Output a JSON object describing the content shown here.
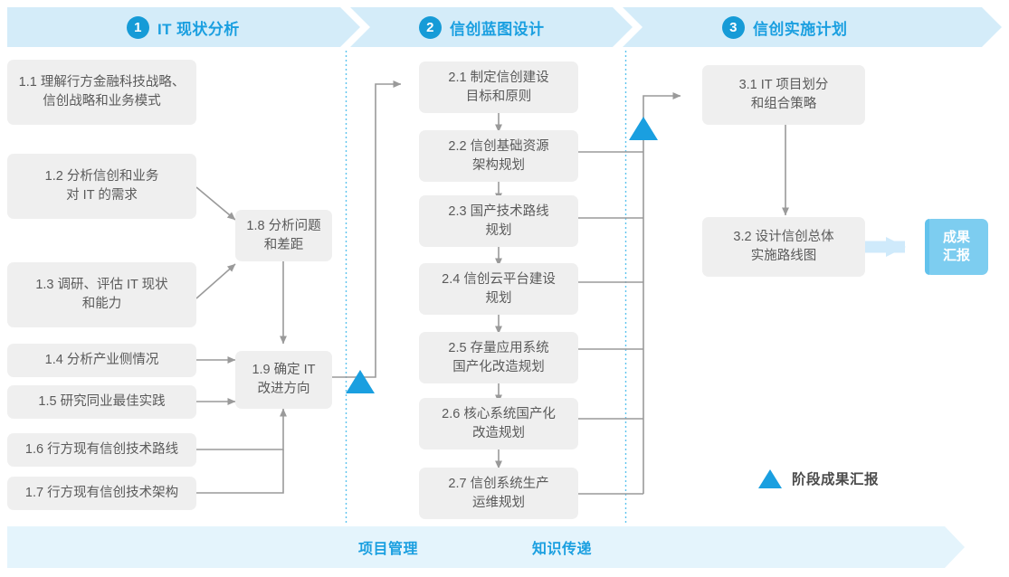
{
  "header": {
    "phases": [
      {
        "num": "1",
        "title": "IT 现状分析"
      },
      {
        "num": "2",
        "title": "信创蓝图设计"
      },
      {
        "num": "3",
        "title": "信创实施计划"
      }
    ]
  },
  "phase1": {
    "boxes": [
      {
        "id": "1.1",
        "text": "1.1 理解行方金融科技战略、\n信创战略和业务模式"
      },
      {
        "id": "1.2",
        "text": "1.2 分析信创和业务\n对 IT 的需求"
      },
      {
        "id": "1.3",
        "text": "1.3 调研、评估 IT 现状\n和能力"
      },
      {
        "id": "1.4",
        "text": "1.4 分析产业侧情况"
      },
      {
        "id": "1.5",
        "text": "1.5 研究同业最佳实践"
      },
      {
        "id": "1.6",
        "text": "1.6 行方现有信创技术路线"
      },
      {
        "id": "1.7",
        "text": "1.7 行方现有信创技术架构"
      },
      {
        "id": "1.8",
        "text": "1.8 分析问题\n和差距"
      },
      {
        "id": "1.9",
        "text": "1.9 确定 IT\n改进方向"
      }
    ]
  },
  "phase2": {
    "boxes": [
      {
        "id": "2.1",
        "text": "2.1 制定信创建设\n目标和原则"
      },
      {
        "id": "2.2",
        "text": "2.2 信创基础资源\n架构规划"
      },
      {
        "id": "2.3",
        "text": "2.3 国产技术路线\n规划"
      },
      {
        "id": "2.4",
        "text": "2.4 信创云平台建设\n规划"
      },
      {
        "id": "2.5",
        "text": "2.5 存量应用系统\n国产化改造规划"
      },
      {
        "id": "2.6",
        "text": "2.6 核心系统国产化\n改造规划"
      },
      {
        "id": "2.7",
        "text": "2.7 信创系统生产\n运维规划"
      }
    ]
  },
  "phase3": {
    "boxes": [
      {
        "id": "3.1",
        "text": "3.1 IT 项目划分\n和组合策略"
      },
      {
        "id": "3.2",
        "text": "3.2 设计信创总体\n实施路线图"
      }
    ],
    "result": "成果\n汇报"
  },
  "legend": {
    "label": "阶段成果汇报"
  },
  "footer": {
    "items": [
      "项目管理",
      "知识传递"
    ]
  },
  "colors": {
    "accent": "#1a9fe0",
    "band": "#d4ecf9",
    "footer_band": "#e4f4fc",
    "box": "#efefef",
    "box_text": "#5a5a5a",
    "result_chip": "#7dcdf0",
    "connector": "#9a9a9a"
  }
}
